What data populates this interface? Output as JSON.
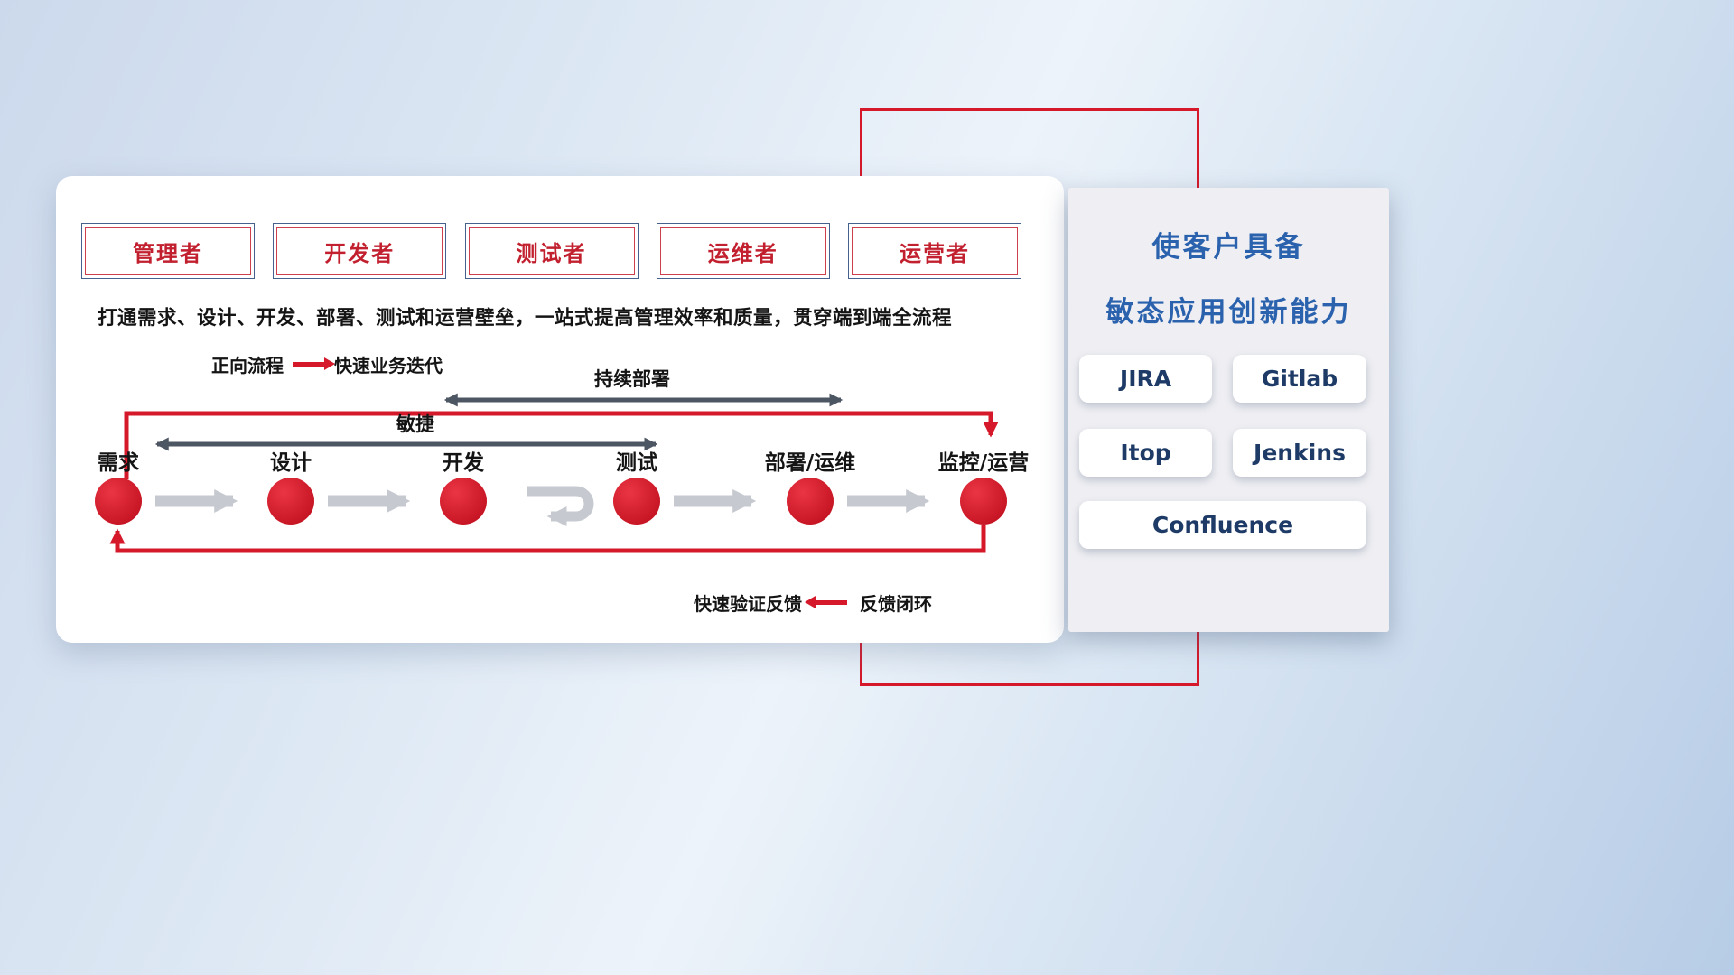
{
  "roles": [
    "管理者",
    "开发者",
    "测试者",
    "运维者",
    "运营者"
  ],
  "diagram": {
    "description": "打通需求、设计、开发、部署、测试和运营壁垒，一站式提高管理效率和质量，贯穿端到端全流程",
    "forward_legend": {
      "label": "正向流程",
      "value": "快速业务迭代"
    },
    "feedback_legend": {
      "value": "快速验证反馈",
      "label": "反馈闭环"
    },
    "span_cd": "持续部署",
    "span_agile": "敏捷",
    "nodes": [
      "需求",
      "设计",
      "开发",
      "测试",
      "部署/运维",
      "监控/运营"
    ]
  },
  "panel": {
    "title_line1": "使客户具备",
    "title_line2": "敏态应用创新能力",
    "tools": [
      "JIRA",
      "Gitlab",
      "Itop",
      "Jenkins",
      "Confluence"
    ]
  },
  "colors": {
    "accent_red": "#d5182a",
    "title_blue": "#2b62ad",
    "tool_navy": "#1e3a66",
    "dark_arrow": "#4d5663",
    "light_arrow": "#c6cad0"
  }
}
